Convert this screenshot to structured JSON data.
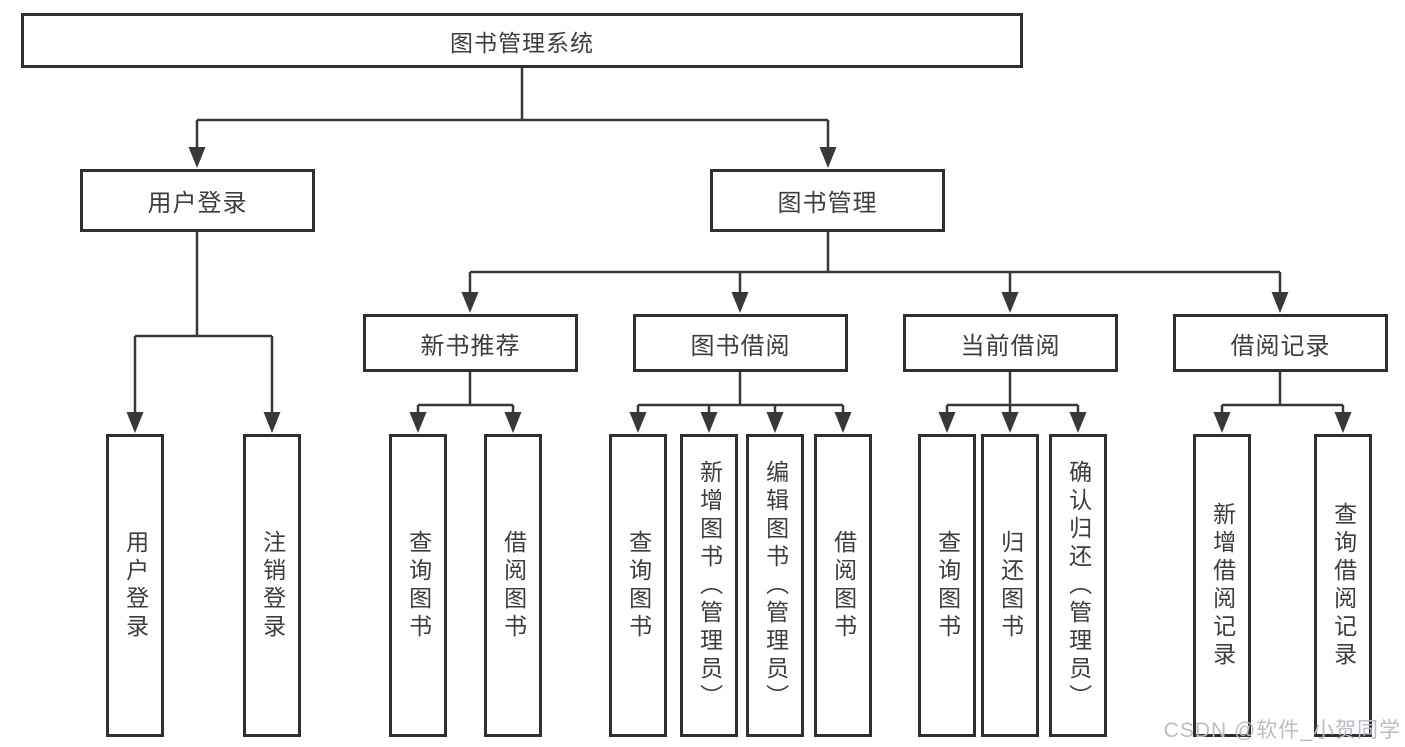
{
  "diagram": {
    "root": "图书管理系统",
    "level2": {
      "user_login": "用户登录",
      "book_mgmt": "图书管理"
    },
    "level3": {
      "new_book": "新书推荐",
      "book_borrow": "图书借阅",
      "current_borrow": "当前借阅",
      "borrow_record": "借阅记录"
    },
    "leaves": {
      "user_login": [
        "用户登录",
        "注销登录"
      ],
      "new_book": [
        "查询图书",
        "借阅图书"
      ],
      "book_borrow": [
        "查询图书",
        "新增图书（管理员）",
        "编辑图书（管理员）",
        "借阅图书"
      ],
      "current_borrow": [
        "查询图书",
        "归还图书",
        "确认归还（管理员）"
      ],
      "borrow_record": [
        "新增借阅记录",
        "查询借阅记录"
      ]
    }
  },
  "watermark": "CSDN @软件_小贺同学",
  "colors": {
    "line": "#383838",
    "border": "#2f2f2f",
    "text": "#3d3d3d",
    "background": "#ffffff",
    "watermark": "#b9bdc4"
  }
}
